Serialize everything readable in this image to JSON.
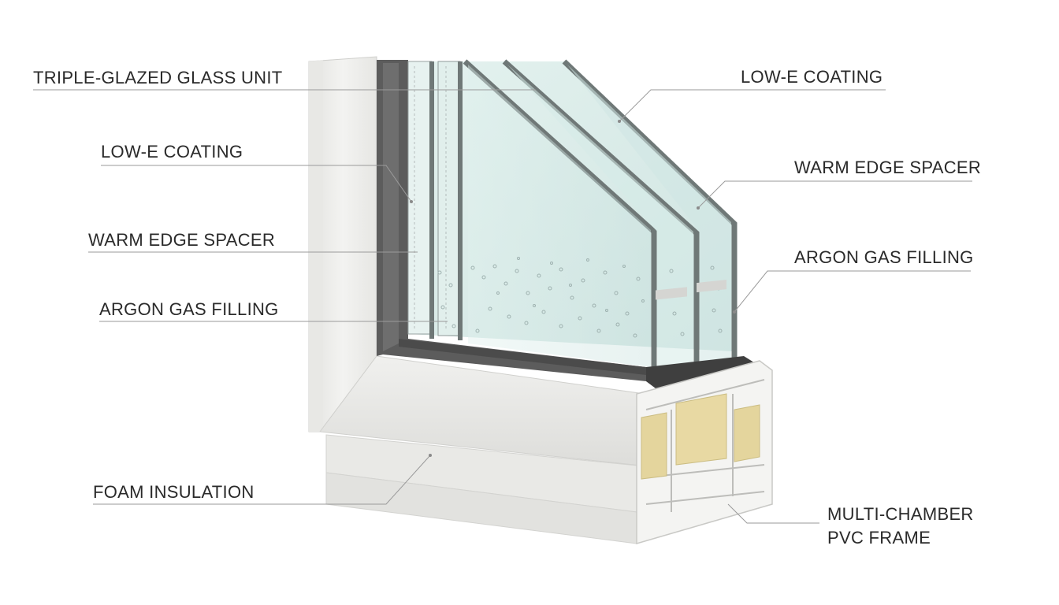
{
  "labels": {
    "triple_glazed": "TRIPLE-GLAZED GLASS UNIT",
    "low_e_left": "LOW-E COATING",
    "warm_edge_left": "WARM EDGE SPACER",
    "argon_left": "ARGON GAS FILLING",
    "foam": "FOAM INSULATION",
    "low_e_right": "LOW-E COATING",
    "warm_edge_right": "WARM EDGE SPACER",
    "argon_right": "ARGON GAS FILLING",
    "frame_line1": "MULTI-CHAMBER",
    "frame_line2": "PVC FRAME"
  },
  "colors": {
    "frame_white": "#eeeeec",
    "frame_shadow": "#d6d6d3",
    "sash_gray": "#5a5a5a",
    "glass_tint": "#d9ece9",
    "glass_edge": "#7d8584",
    "foam_yellow": "#e6d9a2",
    "leader_line": "#9a9a9a",
    "text": "#2a2a2a"
  }
}
